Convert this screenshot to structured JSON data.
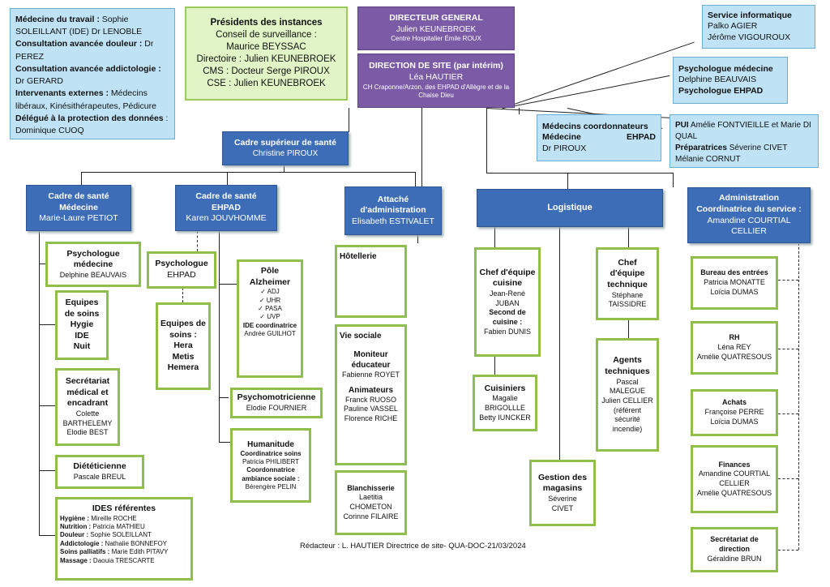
{
  "colors": {
    "blue": "#3e6db7",
    "purple": "#7b5aa6",
    "light_blue": "#bfe3f5",
    "light_green": "#e0f4c6",
    "green_border": "#8fbf4a"
  },
  "topleft": {
    "l1a": "Médecine du travail :",
    "l1b": " Sophie SOLEILLANT (IDE) Dr LENOBLE",
    "l2a": "Consultation avancée douleur :",
    "l2b": " Dr PEREZ",
    "l3a": "Consultation avancée addictologie :",
    "l3b": " Dr GERARD",
    "l4a": "Intervenants externes :",
    "l4b": " Médecins libéraux, Kinésithérapeutes, Pédicure",
    "l5a": "Délégué à la protection des données",
    "l5b": " : Dominique CUOQ"
  },
  "presidents": {
    "title": "Présidents des instances",
    "l1": "Conseil de surveillance :",
    "l2": "Maurice BEYSSAC",
    "l3": "Directoire : Julien KEUNEBROEK",
    "l4": "CMS : Docteur Serge PIROUX",
    "l5": "CSE : Julien KEUNEBROEK"
  },
  "dg": {
    "title": "DIRECTEUR GENERAL",
    "name": "Julien KEUNEBROEK",
    "org": "Centre Hospitalier Émile ROUX"
  },
  "ds": {
    "title": "DIRECTION DE SITE (par intérim)",
    "name": "Léa HAUTIER",
    "org": "CH Craponne/Arzon, des EHPAD d'Allègre et de la Chaise Dieu"
  },
  "info": {
    "title": "Service informatique",
    "n1": "Palko AGIER",
    "n2": "Jérôme VIGOUROUX"
  },
  "psy": {
    "t1": "Psychologue médecine",
    "n1": "Delphine BEAUVAIS",
    "t2": "Psychologue EHPAD"
  },
  "medcoord": {
    "t1": "Médecins coordonnateurs",
    "t2a": "Médecine",
    "t2b": "EHPAD",
    "n": "Dr PIROUX"
  },
  "pui": {
    "t1": "PUI",
    "n1": " Amélie FONTVIEILLE et Marie DI QUAL",
    "t2": "Préparatrices",
    "n2": " Séverine CIVET Mélanie CORNUT"
  },
  "css": {
    "title": "Cadre supérieur de santé",
    "name": "Christine PIROUX"
  },
  "cs_med": {
    "t1": "Cadre de santé",
    "t2": "Médecine",
    "name": "Marie-Laure PETIOT"
  },
  "cs_ehpad": {
    "t1": "Cadre de santé",
    "t2": "EHPAD",
    "name": "Karen JOUVHOMME"
  },
  "attache": {
    "t1": "Attaché",
    "t2": "d'administration",
    "name": "Elisabeth ESTIVALET"
  },
  "logistique": {
    "title": "Logistique"
  },
  "admin": {
    "t1": "Administration",
    "t2": "Coordinatrice du service :",
    "name": "Amandine COURTIAL CELLIER"
  },
  "psy_med": {
    "t": "Psychologue médecine",
    "n": "Delphine BEAUVAIS"
  },
  "equipes_soins": {
    "t1": "Equipes de soins",
    "t2": "Hygie",
    "t3": "IDE",
    "t4": "Nuit"
  },
  "secretariat": {
    "t": "Secrétariat médical et encadrant",
    "n1": "Colette BARTHELEMY",
    "n2": "Elodie BEST"
  },
  "diet": {
    "t": "Diététicienne",
    "n": "Pascale BREUL"
  },
  "ides": {
    "title": "IDES référentes",
    "r1a": "Hygiène :",
    "r1b": " Mireille ROCHE",
    "r2a": "Nutrition :",
    "r2b": " Patricia MATHIEU",
    "r3a": "Douleur :",
    "r3b": " Sophie SOLEILLANT",
    "r4a": "Addictologie :",
    "r4b": " Nathalie BONNEFOY",
    "r5a": "Soins palliatifs :",
    "r5b": " Marie Edith PITAVY",
    "r6a": "Massage :",
    "r6b": " Daouia TRESCARTE"
  },
  "psy_ehpad": {
    "t": "Psychologue",
    "n": "EHPAD"
  },
  "equipes_ehpad": {
    "t": "Equipes de soins :",
    "l1": "Hera",
    "l2": "Metis",
    "l3": "Hemera"
  },
  "alzheimer": {
    "t": "Pôle Alzheimer",
    "items": [
      "ADJ",
      "UHR",
      "PASA",
      "UVP"
    ],
    "ide": "IDE coordinatrice",
    "n": "Andrée GUILHOT"
  },
  "psychomot": {
    "t": "Psychomotricienne",
    "n": "Elodie FOURNIER"
  },
  "humanitude": {
    "t": "Humanitude",
    "c1": "Coordinatrice soins",
    "n1": "Patricia PHILIBERT",
    "c2": "Coordonnatrice ambiance sociale :",
    "n2": "Bérengère PELIN"
  },
  "hotellerie": {
    "t": "Hôtellerie"
  },
  "vie_sociale": {
    "t": "Vie sociale",
    "m": "Moniteur éducateur",
    "mn": "Fabienne ROYET",
    "a": "Animateurs",
    "a1": "Franck RUOSO",
    "a2": "Pauline VASSEL",
    "a3": "Florence RICHE"
  },
  "blanch": {
    "t": "Blanchisserie",
    "n1": "Laetitia CHOMETON",
    "n2": "Corinne FILAIRE"
  },
  "chef_cuisine": {
    "t": "Chef d'équipe cuisine",
    "n": "Jean-René JUBAN",
    "s": "Second de cuisine :",
    "sn": "Fabien DUNIS"
  },
  "cuisiniers": {
    "t": "Cuisiniers",
    "n1": "Magalie BRIGOLLLE",
    "n2": "Betty IUNCKER"
  },
  "magasins": {
    "t": "Gestion des magasins",
    "n1": "Séverine",
    "n2": "CIVET"
  },
  "chef_tech": {
    "t": "Chef d'équipe technique",
    "n": "Stéphane TAISSIDRE"
  },
  "agents": {
    "t": "Agents techniques",
    "n1": "Pascal MALEGUE",
    "n2": "Julien CELLIER",
    "note": "(référent sécurité incendie)"
  },
  "bureau": {
    "t": "Bureau des entrées",
    "n1": "Patricia MONATTE",
    "n2": "Loïcia DUMAS"
  },
  "rh": {
    "t": "RH",
    "n1": "Léna REY",
    "n2": "Amélie QUATRESOUS"
  },
  "achats": {
    "t": "Achats",
    "n1": "Françoise PERRE",
    "n2": "Loïcia DUMAS"
  },
  "finances": {
    "t": "Finances",
    "n1": "Amandine COURTIAL CELLIER",
    "n2": "Amélie QUATRESOUS"
  },
  "secdir": {
    "t": "Secrétariat de direction",
    "n": "Géraldine BRUN"
  },
  "footer": "Rédacteur : L. HAUTIER Directrice de site- QUA-DOC-21/03/2024"
}
